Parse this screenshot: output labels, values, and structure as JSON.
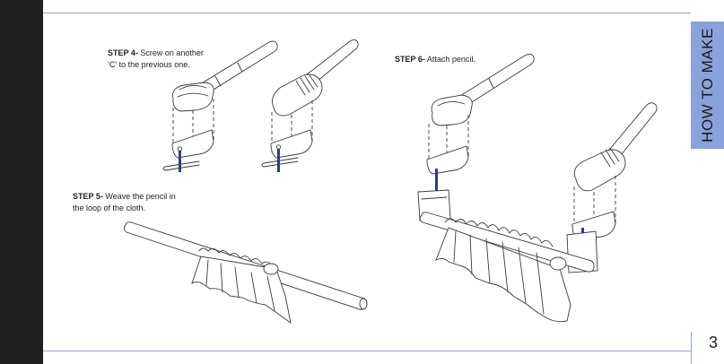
{
  "sidebar": {
    "title": "HOW TO MAKE"
  },
  "page": {
    "number": "3"
  },
  "steps": {
    "step4": {
      "label": "STEP 4-",
      "text_line1": "Screw on another",
      "text_line2": "‘C’ to the previous one."
    },
    "step5": {
      "label": "STEP 5-",
      "text_line1": "Weave the pencil in",
      "text_line2": "the loop of the cloth."
    },
    "step6": {
      "label": "STEP 6-",
      "text": "Attach pencil."
    }
  },
  "colors": {
    "accent": "#8aa2dc",
    "ink": "#3a3a3a",
    "dark_band": "#1f1f1f"
  }
}
